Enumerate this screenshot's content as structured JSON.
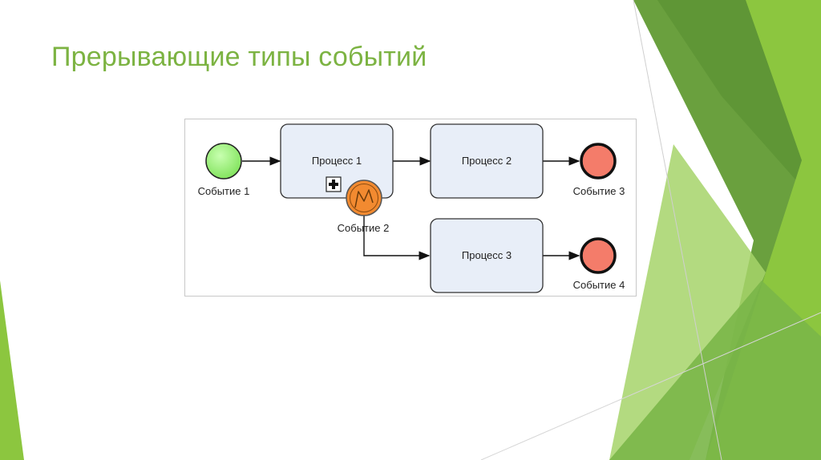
{
  "slide": {
    "title": "Прерывающие типы событий",
    "accent_color": "#7cb342"
  },
  "diagram": {
    "events": {
      "event1": {
        "label": "Событие 1",
        "type": "start",
        "color": "#99ff66"
      },
      "event2": {
        "label": "Событие 2",
        "type": "interrupting-intermediate",
        "color": "#f28a30",
        "icon": "lightning-icon"
      },
      "event3": {
        "label": "Событие 3",
        "type": "end",
        "color": "#f47c6a"
      },
      "event4": {
        "label": "Событие 4",
        "type": "end",
        "color": "#f47c6a"
      }
    },
    "tasks": {
      "task1": {
        "label": "Процесс 1",
        "marker": "plus-icon"
      },
      "task2": {
        "label": "Процесс 2"
      },
      "task3": {
        "label": "Процесс 3"
      }
    },
    "task_fill": "#e8eef8"
  }
}
